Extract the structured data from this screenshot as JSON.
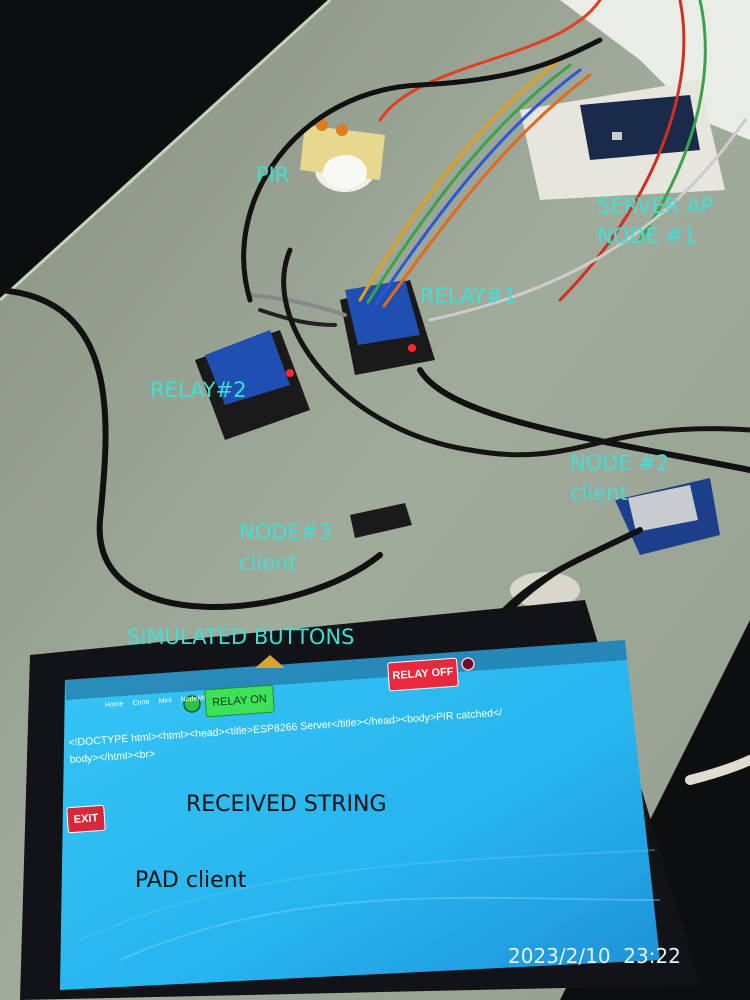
{
  "annotations": {
    "pir": "PIR",
    "server_line1": "SERVER AP",
    "server_line2": "NODE #1",
    "relay1": "RELAY#1",
    "relay2": "RELAY#2",
    "node2_line1": "NODE #2",
    "node2_line2": "client",
    "node3_line1": "NODE#3",
    "node3_line2": "client",
    "simulated_buttons": "SIMULATED BUTTONS"
  },
  "tablet": {
    "tabs": [
      "Home",
      "Contr",
      "Mini",
      "NodeMCU"
    ],
    "relay_on_label": "RELAY ON",
    "relay_off_label": "RELAY OFF",
    "received_line1": "<!DOCTYPE html><html><head><title>ESP8266 Server</title></head><body>PIR catched</",
    "received_line2": "body></html><br>",
    "exit_label": "EXIT",
    "received_string_note": "RECEIVED STRING",
    "pad_client_note": "PAD client"
  },
  "timestamp": "2023/2/10  23:22",
  "colors": {
    "annotation": "#3fe0d4",
    "screen": "#29b8f2",
    "relay_on": "#3ee05a",
    "relay_off": "#e8283c",
    "exit": "#d8283c",
    "relay_board": "#1f4fb0"
  }
}
